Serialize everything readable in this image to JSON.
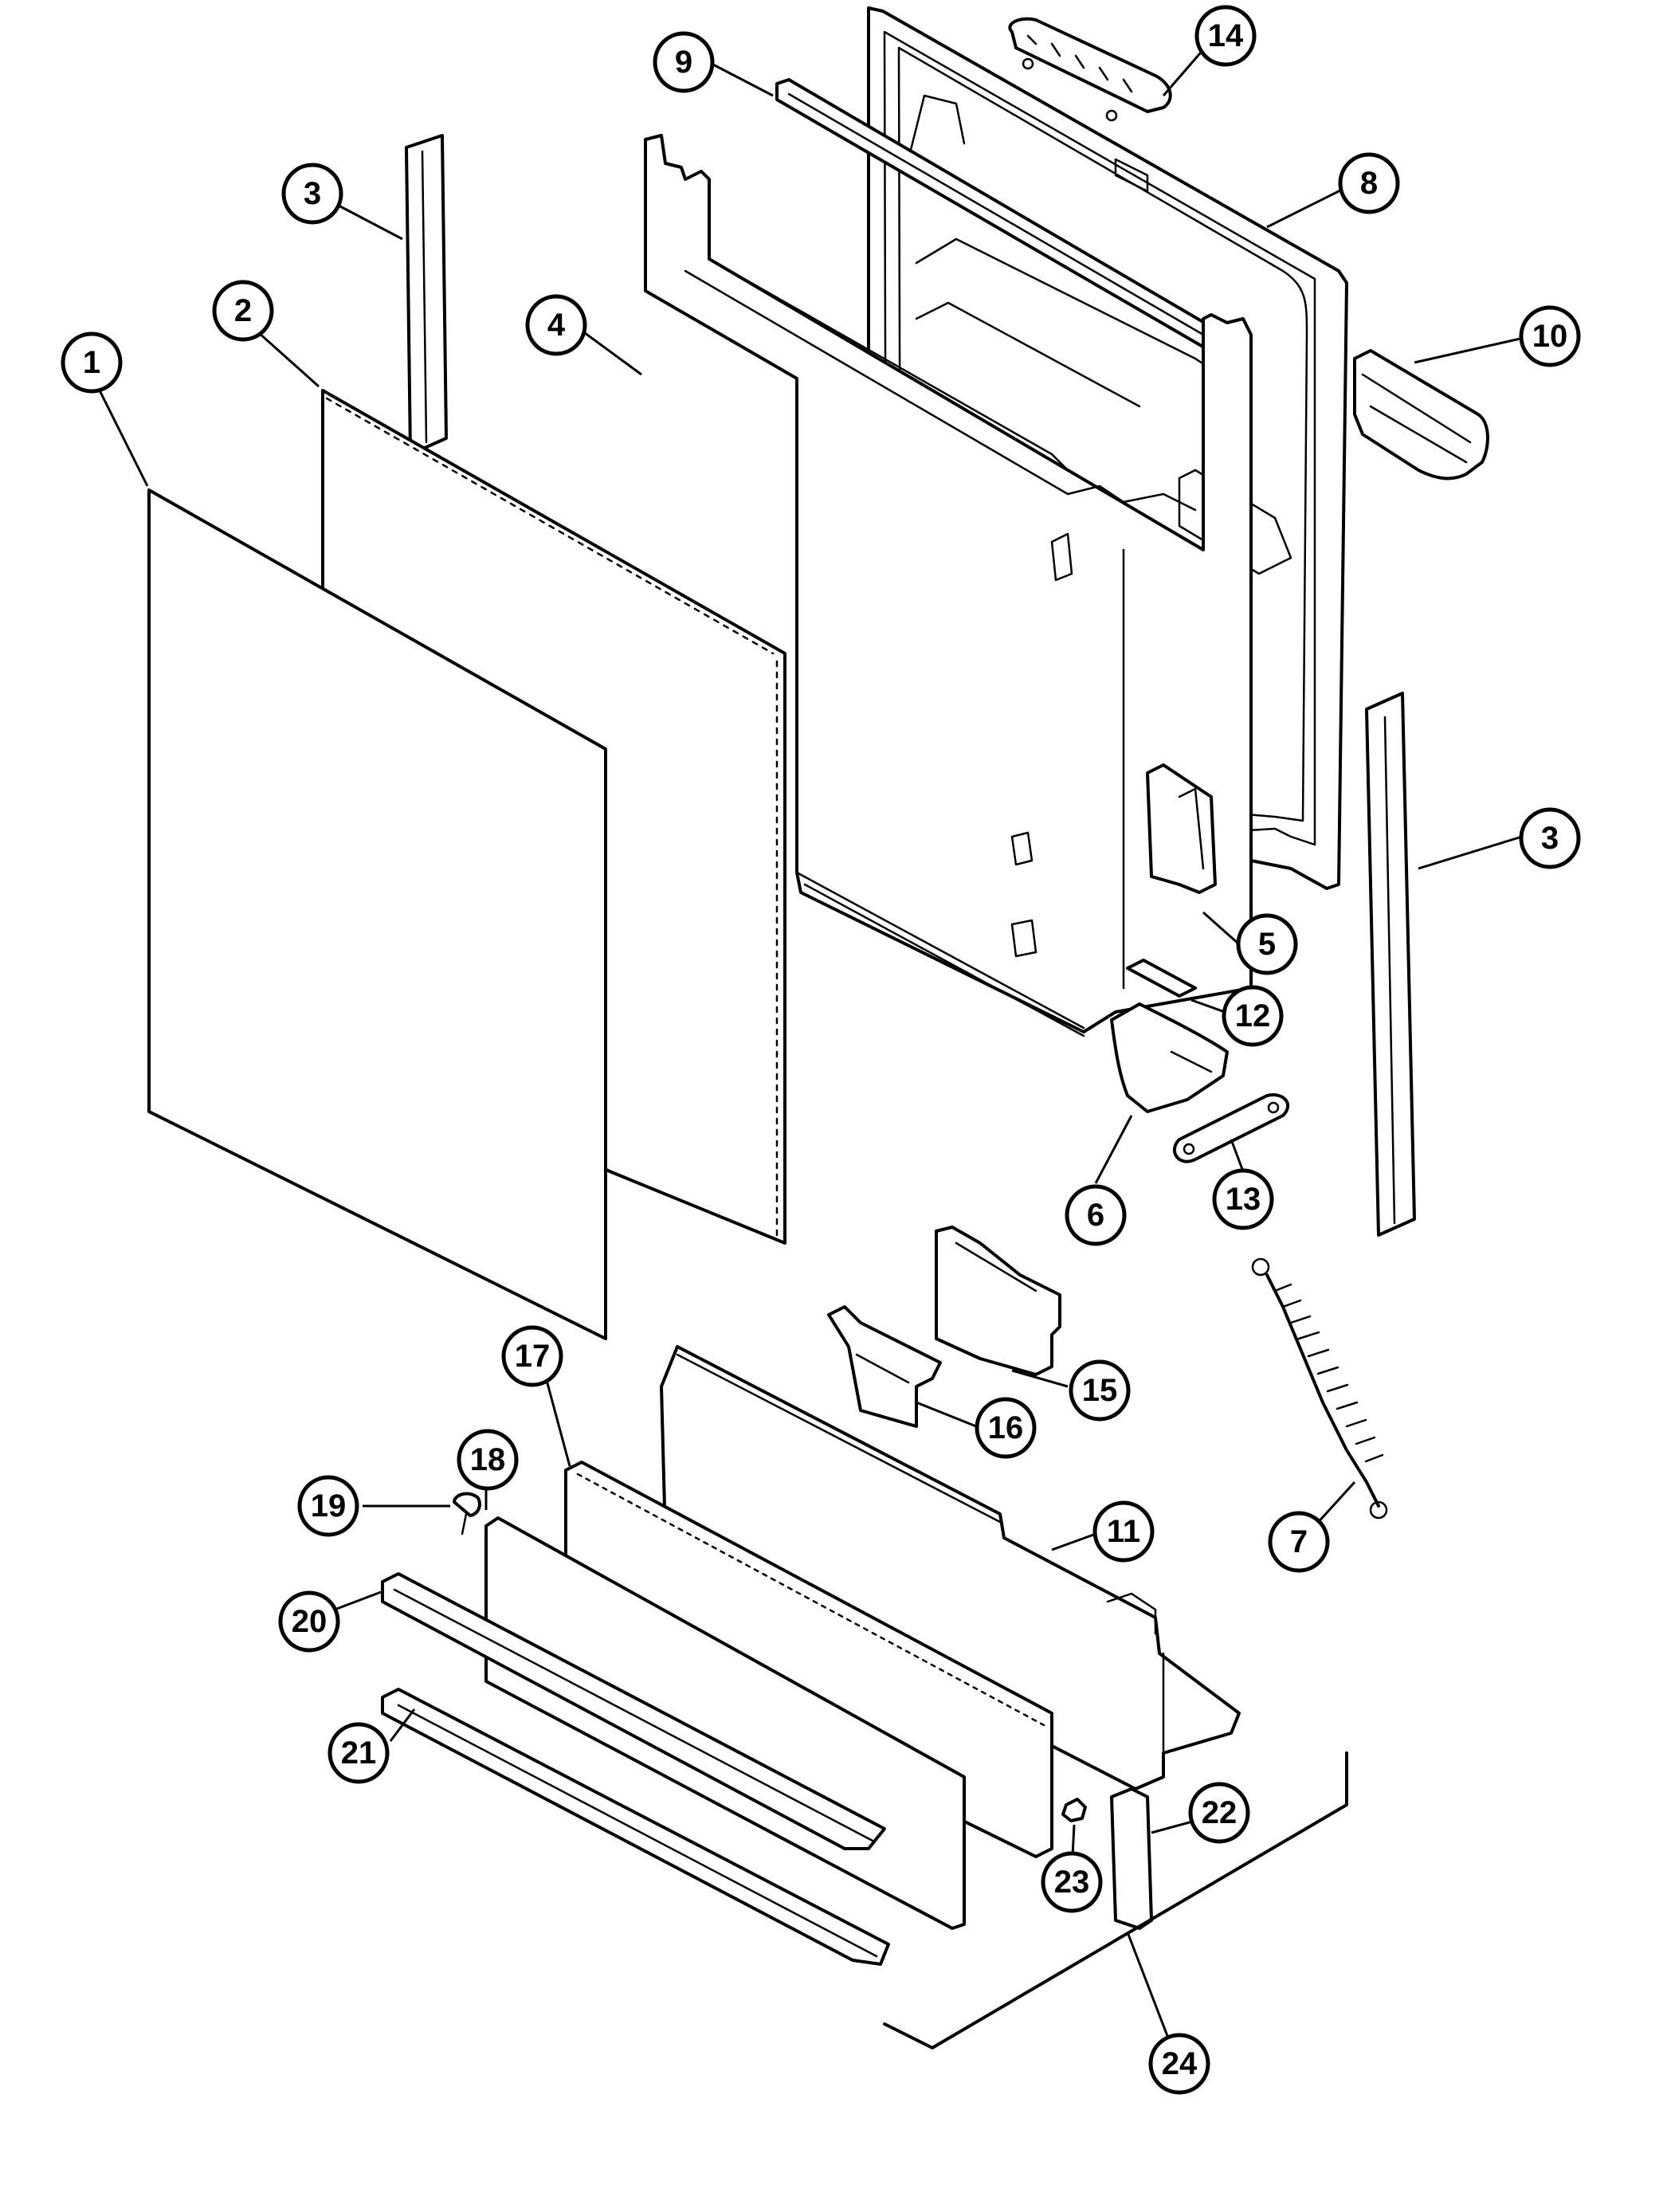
{
  "callouts": [
    {
      "id": "c1",
      "label": "1"
    },
    {
      "id": "c2",
      "label": "2"
    },
    {
      "id": "c3a",
      "label": "3"
    },
    {
      "id": "c3b",
      "label": "3"
    },
    {
      "id": "c4",
      "label": "4"
    },
    {
      "id": "c5",
      "label": "5"
    },
    {
      "id": "c6",
      "label": "6"
    },
    {
      "id": "c7",
      "label": "7"
    },
    {
      "id": "c8",
      "label": "8"
    },
    {
      "id": "c9",
      "label": "9"
    },
    {
      "id": "c10",
      "label": "10"
    },
    {
      "id": "c11",
      "label": "11"
    },
    {
      "id": "c12",
      "label": "12"
    },
    {
      "id": "c13",
      "label": "13"
    },
    {
      "id": "c14",
      "label": "14"
    },
    {
      "id": "c15",
      "label": "15"
    },
    {
      "id": "c16",
      "label": "16"
    },
    {
      "id": "c17",
      "label": "17"
    },
    {
      "id": "c18",
      "label": "18"
    },
    {
      "id": "c19",
      "label": "19"
    },
    {
      "id": "c20",
      "label": "20"
    },
    {
      "id": "c21",
      "label": "21"
    },
    {
      "id": "c22",
      "label": "22"
    },
    {
      "id": "c23",
      "label": "23"
    },
    {
      "id": "c24",
      "label": "24"
    }
  ]
}
